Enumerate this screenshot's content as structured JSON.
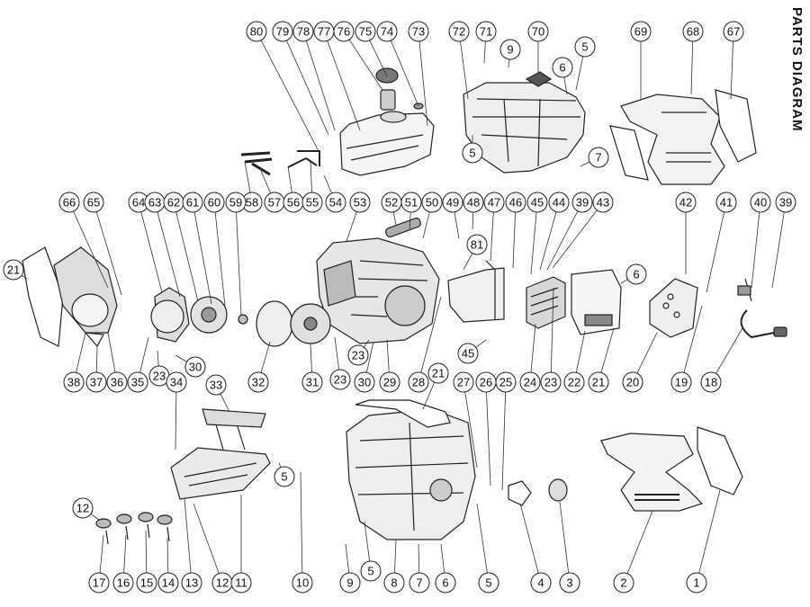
{
  "title": "PARTS DIAGRAM",
  "callout_labels": {
    "c80": "80",
    "c79": "79",
    "c78": "78",
    "c77": "77",
    "c76": "76",
    "c75": "75",
    "c74": "74",
    "c73": "73",
    "c72": "72",
    "c71": "71",
    "c9a": "9",
    "c70": "70",
    "c5a": "5",
    "c6a": "6",
    "c69": "69",
    "c68": "68",
    "c67": "67",
    "c5b": "5",
    "c7a": "7",
    "c58": "58",
    "c57": "57",
    "c56": "56",
    "c55": "55",
    "c54": "54",
    "c53": "53",
    "c66": "66",
    "c65": "65",
    "c64": "64",
    "c63": "63",
    "c62": "62",
    "c61": "61",
    "c60": "60",
    "c59": "59",
    "c52": "52",
    "c51": "51",
    "c50": "50",
    "c49": "49",
    "c48": "48",
    "c47": "47",
    "c46": "46",
    "c45a": "45",
    "c44": "44",
    "c39a": "39",
    "c43": "43",
    "c42": "42",
    "c41": "41",
    "c40": "40",
    "c39b": "39",
    "c21a": "21",
    "c81": "81",
    "c6b": "6",
    "c38": "38",
    "c37": "37",
    "c36": "36",
    "c35": "35",
    "c23a": "23",
    "c30a": "30",
    "c32": "32",
    "c31": "31",
    "c23b": "23",
    "c23c": "23",
    "c30b": "30",
    "c29": "29",
    "c28": "28",
    "c45b": "45",
    "c24": "24",
    "c23d": "23",
    "c22": "22",
    "c21b": "21",
    "c20": "20",
    "c19": "19",
    "c18": "18",
    "c34": "34",
    "c33": "33",
    "c21c": "21",
    "c27": "27",
    "c26": "26",
    "c25": "25",
    "c12a": "12",
    "c5c": "5",
    "c17": "17",
    "c16": "16",
    "c15": "15",
    "c14": "14",
    "c13": "13",
    "c12b": "12",
    "c11": "11",
    "c10": "10",
    "c9b": "9",
    "c5d": "5",
    "c8": "8",
    "c7b": "7",
    "c6c": "6",
    "c5e": "5",
    "c4": "4",
    "c3": "3",
    "c2": "2",
    "c1": "1"
  }
}
